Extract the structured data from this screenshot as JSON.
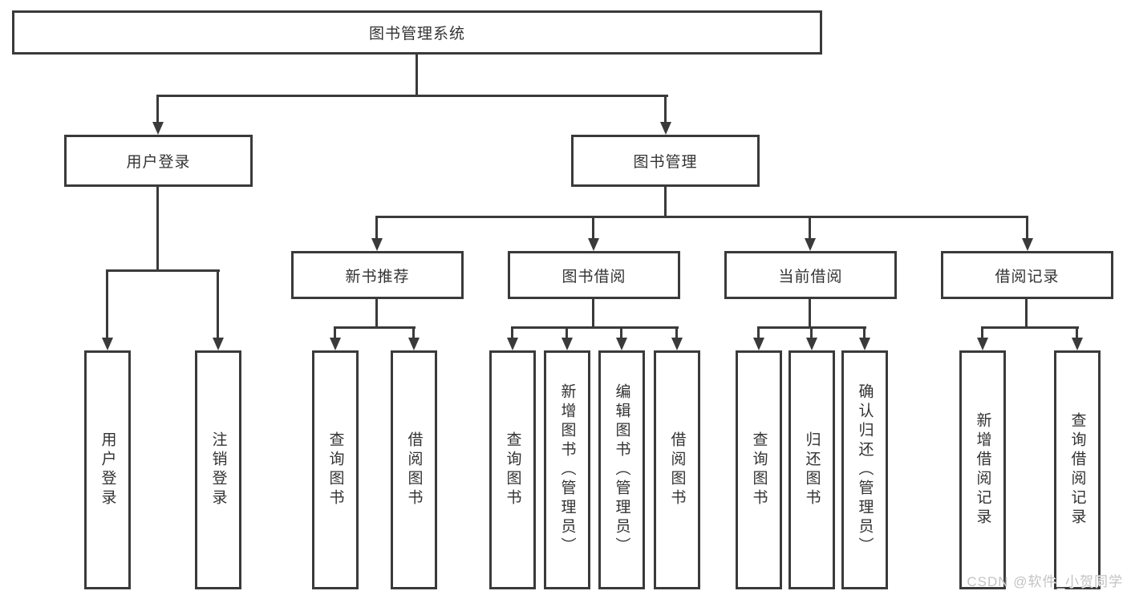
{
  "colors": {
    "line": "#3a3a3a",
    "text": "#333333",
    "watermark": "#c3c3c3",
    "background": "#ffffff"
  },
  "watermark": "CSDN @软件_小贺同学",
  "nodes": {
    "root": "图书管理系统",
    "level2": {
      "user_login": "用户登录",
      "book_mgmt": "图书管理"
    },
    "level3": {
      "new_book": "新书推荐",
      "book_borrow": "图书借阅",
      "current_borrow": "当前借阅",
      "borrow_record": "借阅记录"
    },
    "leaves": {
      "user_login": [
        "用户登录",
        "注销登录"
      ],
      "new_book": [
        "查询图书",
        "借阅图书"
      ],
      "book_borrow": [
        "查询图书",
        "新增图书（管理员）",
        "编辑图书（管理员）",
        "借阅图书"
      ],
      "current_borrow": [
        "查询图书",
        "归还图书",
        "确认归还（管理员）"
      ],
      "borrow_record": [
        "新增借阅记录",
        "查询借阅记录"
      ]
    }
  }
}
